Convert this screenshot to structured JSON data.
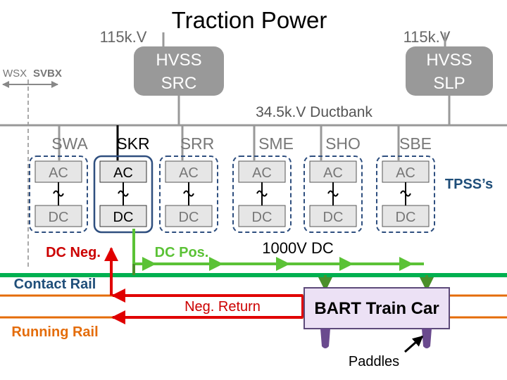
{
  "title": "Traction Power",
  "labels": {
    "kv_left": "115k.V",
    "kv_right": "115k.V",
    "hvss_src": [
      "HVSS",
      "SRC"
    ],
    "hvss_slp": [
      "HVSS",
      "SLP"
    ],
    "wsx": "WSX",
    "svbx": "SVBX",
    "ductbank": "34.5k.V Ductbank",
    "tpss": "TPSS’s",
    "dc_neg": "DC Neg.",
    "dc_pos": "DC Pos.",
    "dc_1000v": "1000V DC",
    "contact_rail": "Contact Rail",
    "running_rail": "Running Rail",
    "neg_return": "Neg. Return",
    "train_car": "BART Train Car",
    "paddles": "Paddles"
  },
  "substations": [
    {
      "name": "SWA",
      "ac": "AC",
      "dc": "DC",
      "dashed": true
    },
    {
      "name": "SKR",
      "ac": "AC",
      "dc": "DC",
      "dashed": false
    },
    {
      "name": "SRR",
      "ac": "AC",
      "dc": "DC",
      "dashed": true
    },
    {
      "name": "SME",
      "ac": "AC",
      "dc": "DC",
      "dashed": true
    },
    {
      "name": "SHO",
      "ac": "AC",
      "dc": "DC",
      "dashed": true
    },
    {
      "name": "SBE",
      "ac": "AC",
      "dc": "DC",
      "dashed": true
    }
  ],
  "colors": {
    "contact_rail": "#00b050",
    "running_rail": "#e46c0a",
    "negative": "#e00000",
    "positive": "#5bc236",
    "dark_positive": "#4a8f2a",
    "hv_box": "#999999",
    "substation_border": "#2f4f7f",
    "tpss_text": "#1f4e79",
    "train_fill": "#ece1f5",
    "train_border": "#5d4a7a",
    "paddle": "#6a4a8e"
  }
}
